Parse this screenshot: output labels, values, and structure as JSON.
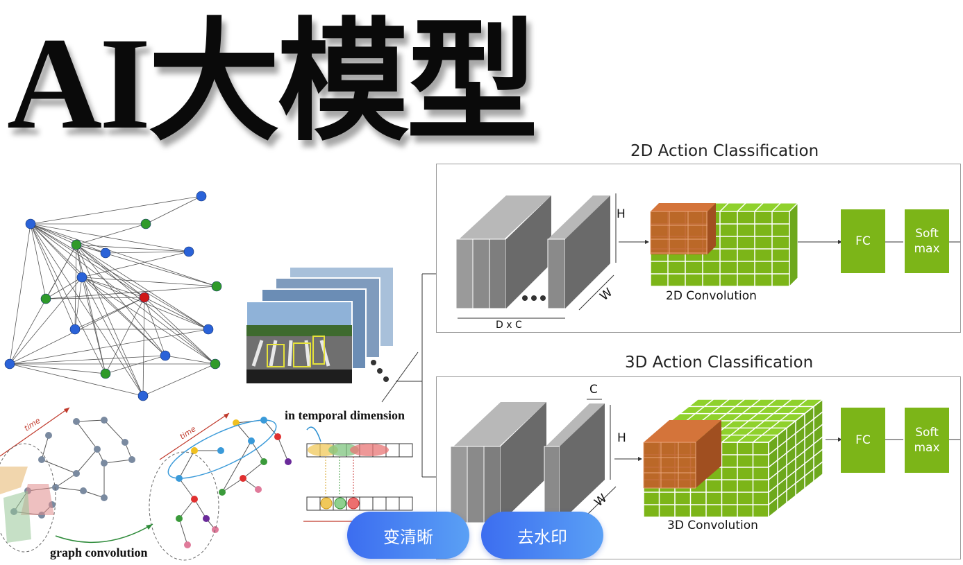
{
  "hero": {
    "title": "AI大模型"
  },
  "panel2d": {
    "title": "2D Action Classification",
    "dim_h": "H",
    "dim_w": "W",
    "dim_dc": "D x C",
    "conv_label": "2D Convolution",
    "fc": "FC",
    "softmax_line1": "Soft",
    "softmax_line2": "max"
  },
  "panel3d": {
    "title": "3D Action Classification",
    "dim_c": "C",
    "dim_h": "H",
    "dim_w": "W",
    "conv_label": "3D Convolution",
    "fc": "FC",
    "softmax_line1": "Soft",
    "softmax_line2": "max"
  },
  "left_figures": {
    "temporal_caption": "in temporal dimension",
    "graph_caption": "graph convolution",
    "time_label_1": "time",
    "time_label_2": "time"
  },
  "actions": {
    "enhance": "变清晰",
    "remove_watermark": "去水印"
  },
  "colors": {
    "green": "#7cb518",
    "orange": "#c0622a",
    "node_blue": "#2a62d8",
    "node_green": "#2f9a2a",
    "node_red": "#d01818",
    "button_blue": "#3c6df0"
  }
}
